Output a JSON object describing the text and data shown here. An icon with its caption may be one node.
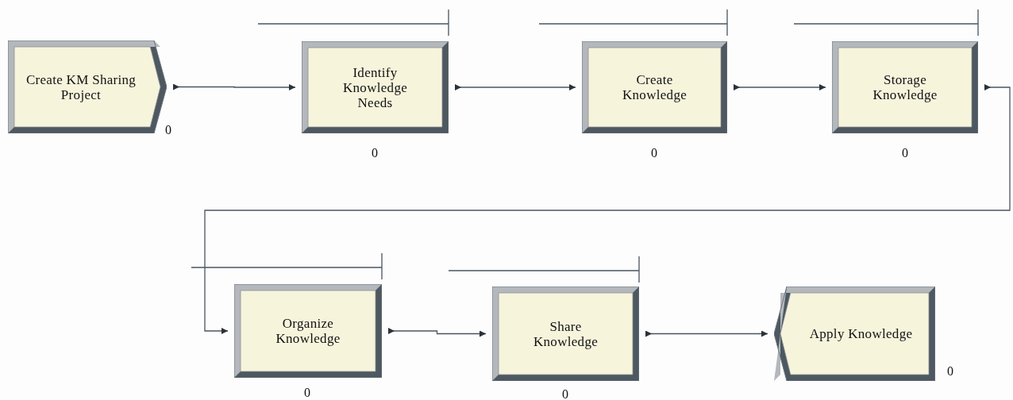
{
  "diagram": {
    "nodes": [
      {
        "text": [
          "Create KM Sharing Project"
        ],
        "beside": [
          "0"
        ]
      },
      {
        "text": [
          "Identify Knowledge Needs"
        ],
        "beside": [
          "0"
        ]
      },
      {
        "text": [
          "Create Knowledge"
        ],
        "beside": [
          "0"
        ]
      },
      {
        "text": [
          "Storage Knowledge"
        ],
        "beside": [
          "0"
        ]
      },
      {
        "text": [
          "Organize Knowledge"
        ],
        "beside": [
          "0"
        ]
      },
      {
        "text": [
          "Share Knowledge"
        ],
        "beside": [
          "0"
        ]
      },
      {
        "text": [
          "Apply Knowledge"
        ],
        "beside": [
          "0"
        ]
      }
    ],
    "edges": [
      {
        "from": 0,
        "to": 1,
        "arrow": "to"
      },
      {
        "from": 1,
        "to": 2,
        "arrow": "to"
      },
      {
        "from": 2,
        "to": 3,
        "arrow": "to"
      },
      {
        "from": 3,
        "to": 4,
        "arrow": "to"
      },
      {
        "from": 4,
        "to": 5,
        "arrow": "to"
      },
      {
        "from": 5,
        "to": 6,
        "arrow": "to"
      }
    ]
  }
}
